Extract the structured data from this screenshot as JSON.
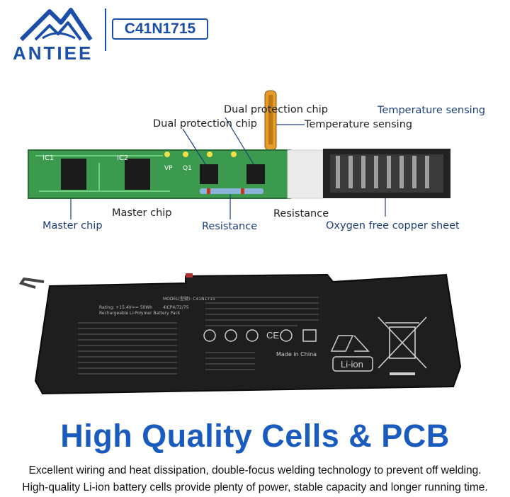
{
  "brand": {
    "name": "ANTIEE",
    "model": "C41N1715",
    "accent": "#1a4ea8"
  },
  "callouts": {
    "dual_protection_1": "Dual protection chip",
    "dual_protection_2": "Dual protection chip",
    "temp_sensing_1": "Temperature sensing",
    "temp_sensing_2": "Temperature sensing",
    "master_chip_1": "Master chip",
    "master_chip_2": "Master chip",
    "resistance_1": "Resistance",
    "resistance_2": "Resistance",
    "oxygen_free": "Oxygen free copper sheet"
  },
  "pcb_labels": {
    "ic1": "IC1",
    "ic2": "IC2",
    "vp": "VP",
    "q1": "Q1"
  },
  "battery_label": {
    "model_line": "MODEL(型號): C41N1715",
    "rating": "Rating: +15.4V== 50Wh",
    "type": "Rechargeable Li-Polymer Battery Pack",
    "cells": "4ICP4/72/75",
    "made_in": "Made in China",
    "li_ion": "Li-ion"
  },
  "headline": "High Quality Cells & PCB",
  "description": {
    "line1": "Excellent wiring and heat dissipation, double-focus welding technology to prevent off welding.",
    "line2": "High-quality Li-ion battery cells provide plenty of power, stable capacity and longer running time."
  }
}
